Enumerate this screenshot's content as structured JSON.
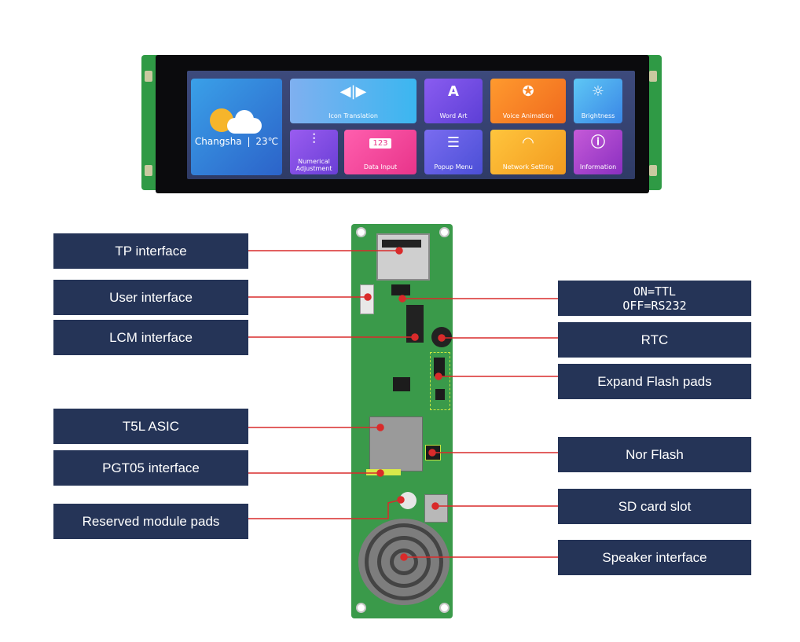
{
  "display": {
    "weather": {
      "city": "Changsha",
      "temp": "23℃"
    },
    "tiles": {
      "icon_translation": "Icon Translation",
      "word_art": "Word Art",
      "voice_animation": "Voice Animation",
      "brightness": "Brightness",
      "numerical_adjustment_1": "Numerical",
      "numerical_adjustment_2": "Adjustment",
      "data_input": "Data Input",
      "data_input_badge": "123",
      "popup_menu": "Popup Menu",
      "network_setting": "Network Setting",
      "information": "Information"
    }
  },
  "labels": {
    "left": [
      "TP interface",
      "User interface",
      "LCM interface",
      "T5L ASIC",
      "PGT05 interface",
      "Reserved module pads"
    ],
    "right": {
      "switch_line1": "ON=TTL",
      "switch_line2": "OFF=RS232",
      "rtc": "RTC",
      "expand_flash": "Expand Flash pads",
      "nor_flash": "Nor Flash",
      "sd_card": "SD card slot",
      "speaker": "Speaker interface"
    }
  },
  "colors": {
    "label_bg": "#253457",
    "leader_line": "#d92b2b",
    "pcb": "#3a9a4a"
  }
}
